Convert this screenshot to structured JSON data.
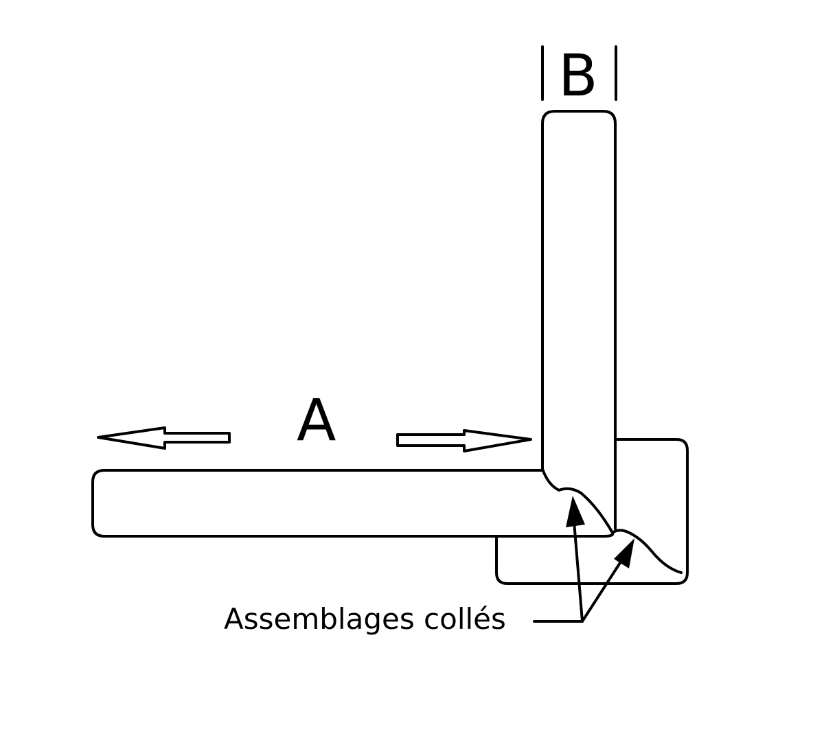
{
  "diagram": {
    "label_a": "A",
    "label_b": "B",
    "annotation": "Assemblages collés"
  }
}
